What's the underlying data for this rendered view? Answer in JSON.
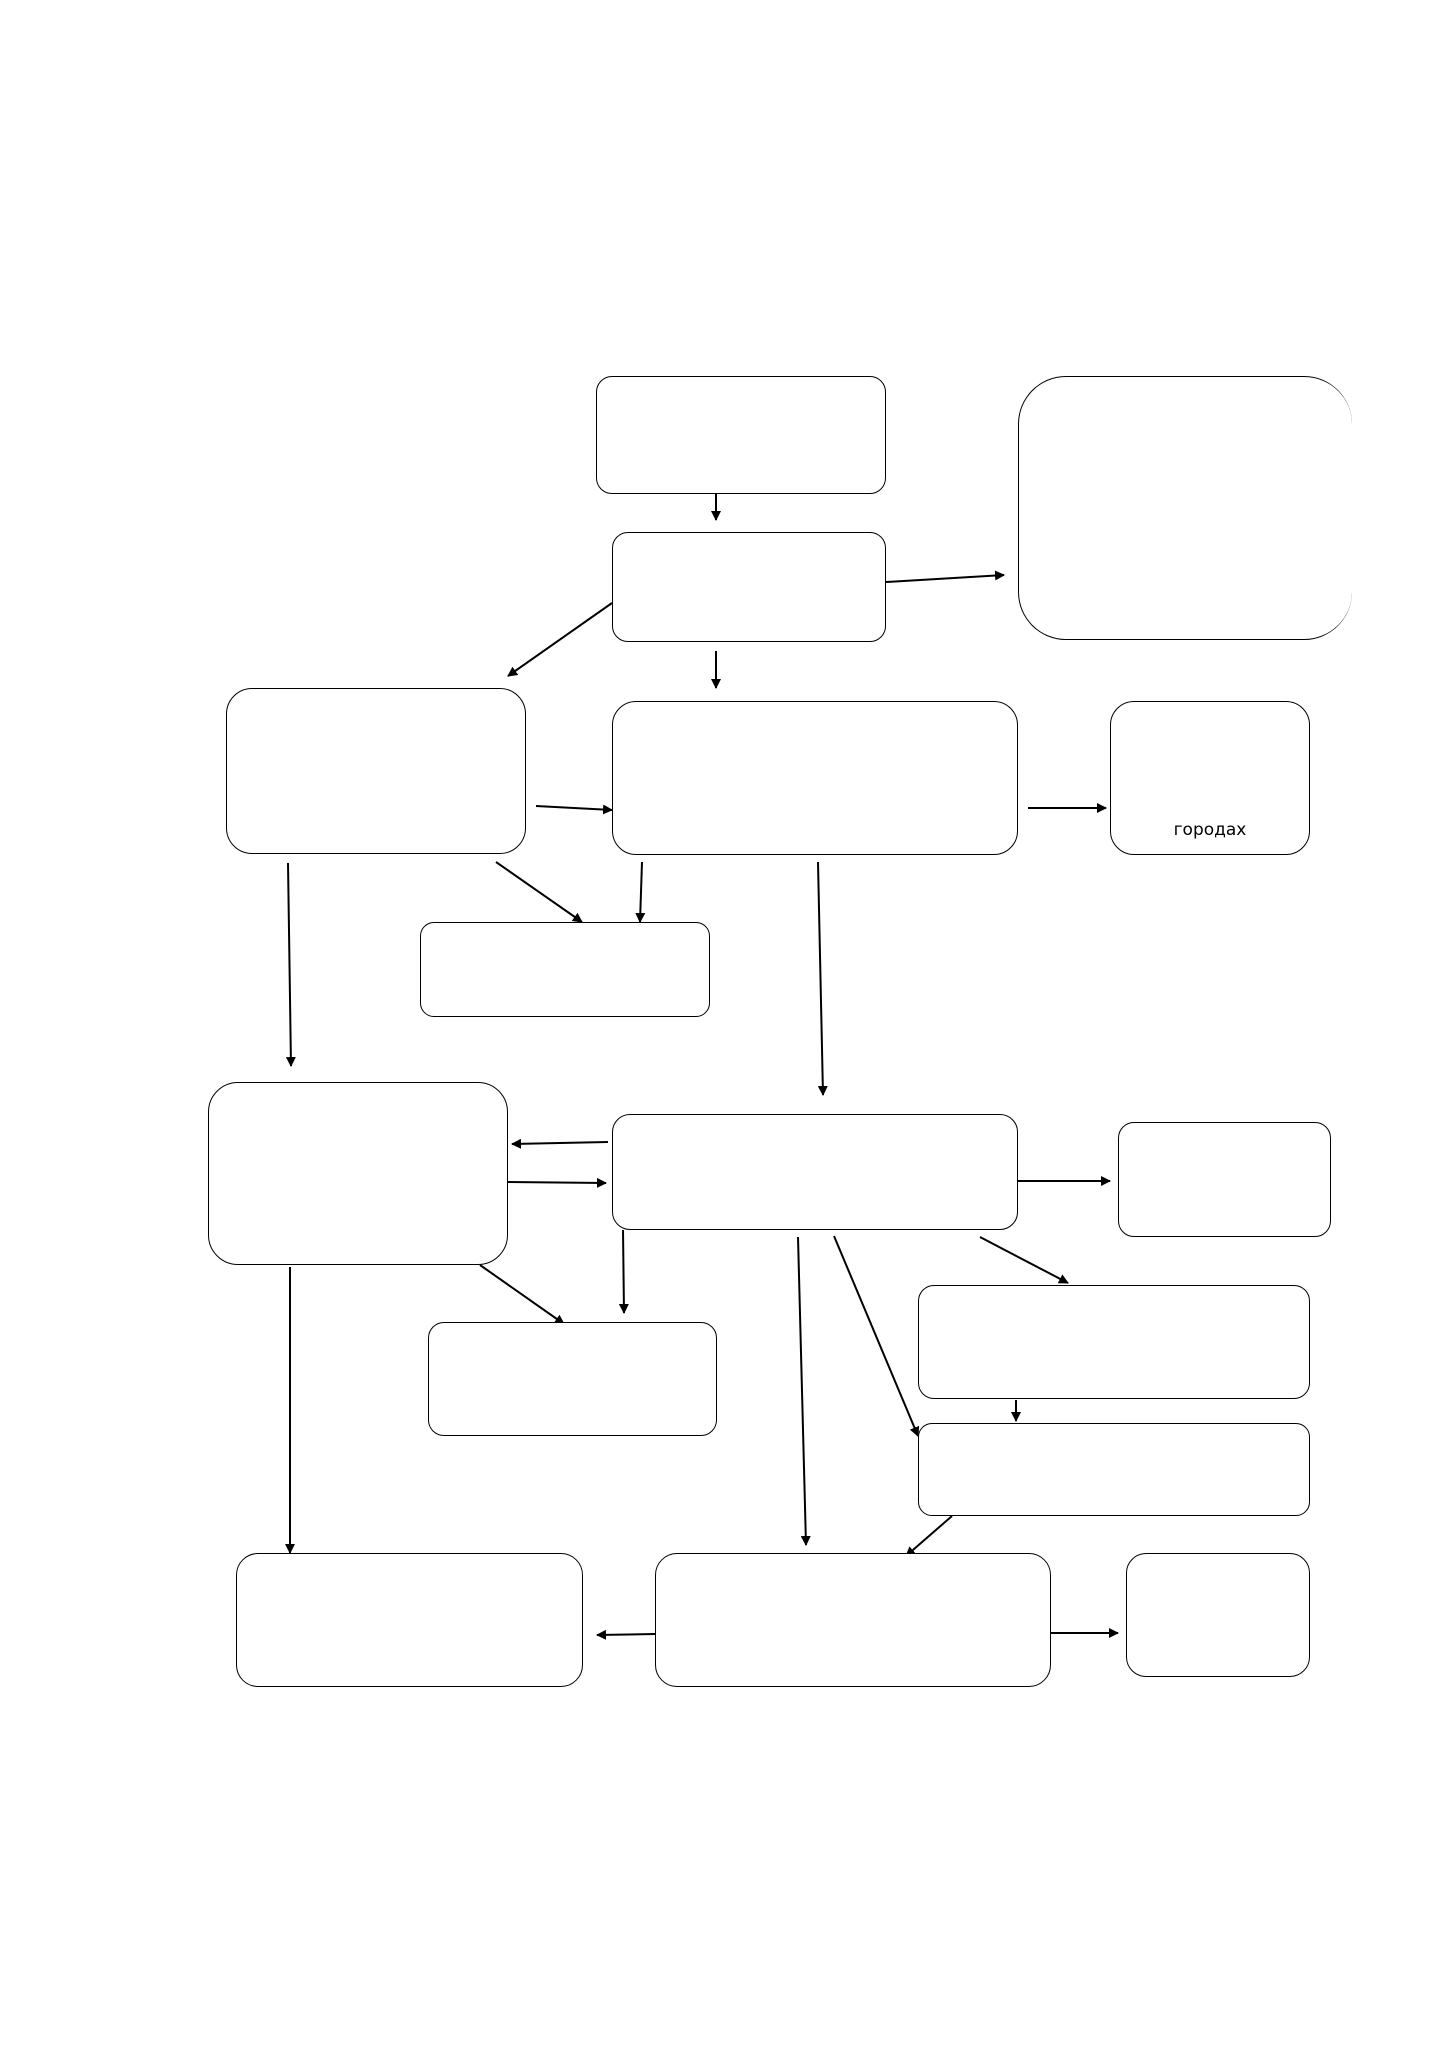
{
  "diagram": {
    "stroke_color": "#000000",
    "background": "#ffffff",
    "nodes": [
      {
        "id": "n1",
        "label": ""
      },
      {
        "id": "n2",
        "label": ""
      },
      {
        "id": "n3",
        "label": ""
      },
      {
        "id": "n4",
        "label": ""
      },
      {
        "id": "n5",
        "label": ""
      },
      {
        "id": "n6",
        "label": "городах"
      },
      {
        "id": "n7",
        "label": ""
      },
      {
        "id": "n8",
        "label": ""
      },
      {
        "id": "n9",
        "label": ""
      },
      {
        "id": "n10",
        "label": ""
      },
      {
        "id": "n11",
        "label": ""
      },
      {
        "id": "n12",
        "label": ""
      },
      {
        "id": "n13",
        "label": ""
      },
      {
        "id": "n14",
        "label": ""
      },
      {
        "id": "n15",
        "label": ""
      },
      {
        "id": "n16",
        "label": ""
      }
    ],
    "edges": [
      {
        "from": "n1",
        "to": "n2"
      },
      {
        "from": "n2",
        "to": "n3"
      },
      {
        "from": "n2",
        "to": "n4"
      },
      {
        "from": "n2",
        "to": "n5"
      },
      {
        "from": "n4",
        "to": "n5"
      },
      {
        "from": "n5",
        "to": "n6"
      },
      {
        "from": "n4",
        "to": "n7"
      },
      {
        "from": "n5",
        "to": "n7"
      },
      {
        "from": "n4",
        "to": "n8"
      },
      {
        "from": "n5",
        "to": "n9"
      },
      {
        "from": "n9",
        "to": "n8"
      },
      {
        "from": "n8",
        "to": "n9"
      },
      {
        "from": "n9",
        "to": "n10"
      },
      {
        "from": "n8",
        "to": "n11"
      },
      {
        "from": "n9",
        "to": "n11"
      },
      {
        "from": "n9",
        "to": "n12"
      },
      {
        "from": "n12",
        "to": "n13"
      },
      {
        "from": "n9",
        "to": "n13"
      },
      {
        "from": "n9",
        "to": "n14"
      },
      {
        "from": "n13",
        "to": "n14"
      },
      {
        "from": "n8",
        "to": "n15"
      },
      {
        "from": "n14",
        "to": "n15"
      },
      {
        "from": "n14",
        "to": "n16"
      }
    ]
  }
}
